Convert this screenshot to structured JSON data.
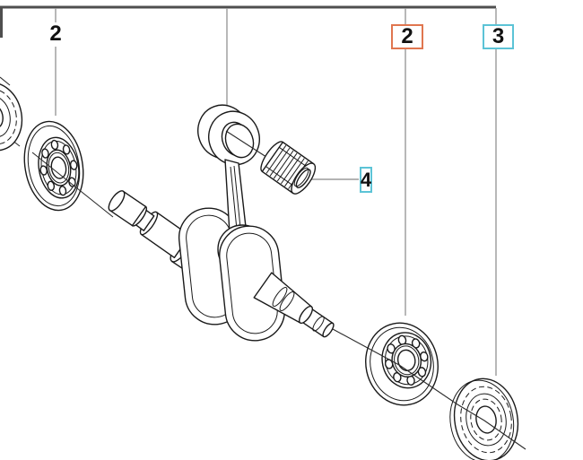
{
  "diagram": {
    "callouts": [
      {
        "label": "2",
        "variant": "plain",
        "border_color": null
      },
      {
        "label": "2",
        "variant": "boxed",
        "border_color": "#e0764f"
      },
      {
        "label": "3",
        "variant": "boxed",
        "border_color": "#5cc3d6"
      },
      {
        "label": "4",
        "variant": "boxed",
        "border_color": "#5cc3d6"
      }
    ],
    "colors": {
      "background": "#ffffff",
      "part_outline": "#1a1a1a",
      "leader_line": "#9a9a9a",
      "frame_line": "#4f4f4f",
      "accent_orange": "#e0764f",
      "accent_cyan": "#5cc3d6"
    },
    "parts": [
      "left-seal-washer",
      "left-ball-bearing",
      "crankshaft",
      "connecting-rod",
      "needle-cage-bearing",
      "right-ball-bearing",
      "right-seal-washer"
    ]
  }
}
